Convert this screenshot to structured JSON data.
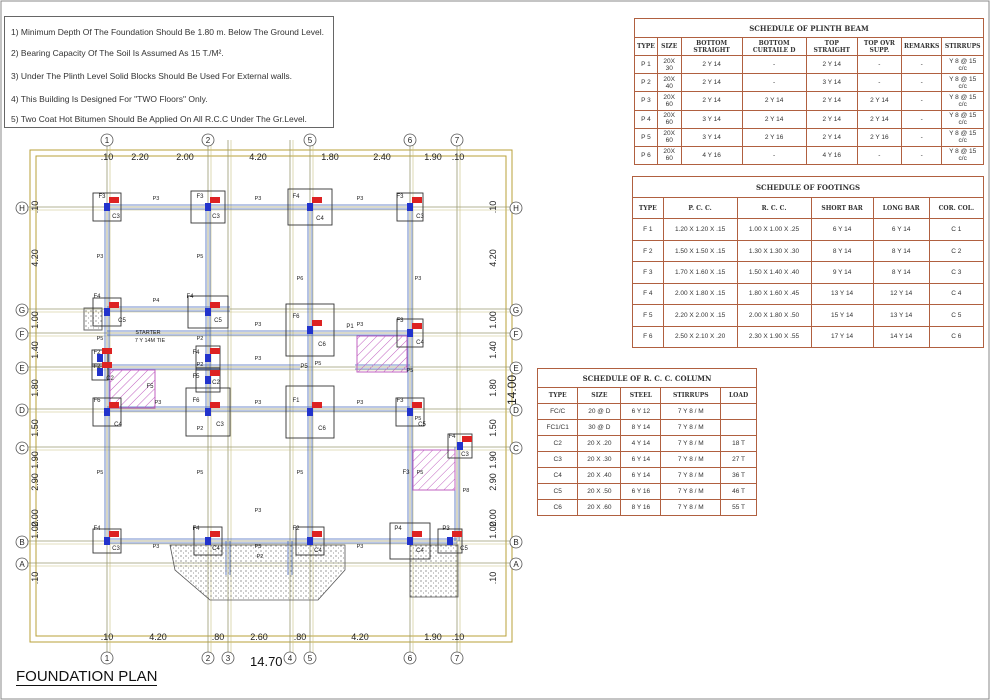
{
  "notes": [
    "1)  Minimum Depth Of The Foundation Should Be 1.80 m. Below The Ground Level.",
    "2)  Bearing Capacity Of The Soil Is Assumed As 15 T./M².",
    "3)  Under The Plinth Level Solid Blocks Should Be Used For External walls.",
    "4)  This Building Is Designed For \"TWO Floors\" Only.",
    "5)  Two Coat Hot Bitumen Should Be Applied On All R.C.C Under The Gr.Level."
  ],
  "plinth_beam": {
    "title": "SCHEDULE OF PLINTH BEAM",
    "headers": [
      "TYPE",
      "SIZE",
      "BOTTOM STRAIGHT",
      "BOTTOM CURTAILE D",
      "TOP STRAIGHT",
      "TOP OVR SUPP.",
      "REMARKS",
      "STIRRUPS"
    ],
    "rows": [
      [
        "P 1",
        "20X 30",
        "2 Y 14",
        "-",
        "2 Y 14",
        "-",
        "-",
        "Y 8 @ 15 c/c"
      ],
      [
        "P 2",
        "20X 40",
        "2 Y 14",
        "-",
        "3 Y 14",
        "-",
        "-",
        "Y 8 @ 15 c/c"
      ],
      [
        "P 3",
        "20X 60",
        "2 Y 14",
        "2 Y 14",
        "2 Y 14",
        "2 Y 14",
        "-",
        "Y 8 @ 15 c/c"
      ],
      [
        "P 4",
        "20X 60",
        "3 Y 14",
        "2 Y 14",
        "2 Y 14",
        "2 Y 14",
        "-",
        "Y 8 @ 15 c/c"
      ],
      [
        "P 5",
        "20X 60",
        "3 Y 14",
        "2 Y 16",
        "2 Y 14",
        "2 Y 16",
        "-",
        "Y 8 @ 15 c/c"
      ],
      [
        "P 6",
        "20X 60",
        "4 Y 16",
        "-",
        "4 Y 16",
        "-",
        "-",
        "Y 8 @ 15 c/c"
      ]
    ]
  },
  "footings": {
    "title": "SCHEDULE OF FOOTINGS",
    "headers": [
      "TYPE",
      "P. C. C.",
      "R. C. C.",
      "SHORT BAR",
      "LONG BAR",
      "COR. COL."
    ],
    "rows": [
      [
        "F 1",
        "1.20 X 1.20 X .15",
        "1.00 X 1.00 X .25",
        "6 Y 14",
        "6 Y 14",
        "C 1"
      ],
      [
        "F 2",
        "1.50 X 1.50 X .15",
        "1.30 X 1.30 X .30",
        "8 Y 14",
        "8 Y 14",
        "C 2"
      ],
      [
        "F 3",
        "1.70 X 1.60 X .15",
        "1.50 X 1.40 X .40",
        "9 Y 14",
        "8 Y 14",
        "C 3"
      ],
      [
        "F 4",
        "2.00 X 1.80 X .15",
        "1.80 X 1.60 X .45",
        "13 Y 14",
        "12  Y 14",
        "C 4"
      ],
      [
        "F 5",
        "2.20 X 2.00 X .15",
        "2.00 X 1.80 X .50",
        "15 Y 14",
        "13  Y 14",
        "C 5"
      ],
      [
        "F 6",
        "2.50 X 2.10 X .20",
        "2.30 X 1.90 X .55",
        "17  Y 14",
        "14  Y 14",
        "C 6"
      ]
    ]
  },
  "columns": {
    "title": "SCHEDULE OF R. C. C. COLUMN",
    "headers": [
      "TYPE",
      "SIZE",
      "STEEL",
      "STIRRUPS",
      "LOAD"
    ],
    "rows": [
      [
        "FC/C",
        "20 @ D",
        "6 Y 12",
        "7 Y 8 / M",
        ""
      ],
      [
        "FC1/C1",
        "30 @ D",
        "8 Y 14",
        "7 Y 8 / M",
        ""
      ],
      [
        "C2",
        "20 X .20",
        "4 Y 14",
        "7 Y 8 / M",
        "18 T"
      ],
      [
        "C3",
        "20 X .30",
        "6 Y 14",
        "7 Y 8 / M",
        "27 T"
      ],
      [
        "C4",
        "20 X .40",
        "6 Y 14",
        "7 Y 8 / M",
        "36 T"
      ],
      [
        "C5",
        "20 X .50",
        "6 Y 16",
        "7 Y 8 / M",
        "46 T"
      ],
      [
        "C6",
        "20 X .60",
        "8 Y 16",
        "7 Y 8 / M",
        "55 T"
      ]
    ]
  },
  "plan": {
    "title": "FOUNDATION PLAN",
    "total_width": "14.70",
    "total_height": "14.00",
    "grid_numbers_top": [
      "1",
      "2",
      "5",
      "6",
      "7"
    ],
    "grid_numbers_bottom": [
      "1",
      "2",
      "3",
      "4",
      "5",
      "6",
      "7"
    ],
    "grid_letters": [
      "H",
      "G",
      "F",
      "E",
      "D",
      "C",
      "B",
      "A"
    ],
    "top_dims": [
      ".10",
      "2.20",
      "2.00",
      "4.20",
      "1.80",
      "2.40",
      "1.90",
      ".10"
    ],
    "bottom_dims": [
      ".10",
      "4.20",
      ".80",
      "2.60",
      ".80",
      "4.20",
      "1.90",
      ".10"
    ],
    "side_dims": [
      ".10",
      "4.20",
      "1.00",
      "1.40",
      "1.80",
      "1.50",
      "1.90",
      "2.90",
      "2.00",
      "1.00",
      ".10"
    ],
    "stair_label": "STARTER\n7 Y 14M TIE",
    "footing_tags": [
      "F3",
      "F3",
      "F4",
      "F3",
      "F4",
      "F4",
      "F6",
      "F3",
      "F2",
      "F2",
      "F4",
      "F5",
      "F6",
      "F6",
      "F1",
      "F3",
      "F4",
      "F4",
      "F4",
      "F2",
      "P4",
      "P3",
      "P1",
      "P5",
      "F5",
      "F3"
    ],
    "column_tags": [
      "C3",
      "C3",
      "C4",
      "C3",
      "C5",
      "C5",
      "C6",
      "C4",
      "C2",
      "C2",
      "C4",
      "C3",
      "C6",
      "C5",
      "C3",
      "C3",
      "C4",
      "C4",
      "C4",
      "C5"
    ],
    "beam_tags": [
      "P3",
      "P3",
      "P3",
      "P3",
      "P4",
      "P3",
      "P6",
      "P3",
      "P2",
      "P3",
      "P3",
      "P3",
      "P3",
      "P2",
      "P5",
      "P5",
      "P5",
      "P3",
      "P5",
      "P5",
      "P5",
      "P5",
      "P3",
      "P5",
      "P3",
      "P2",
      "P5",
      "P5",
      "P2",
      "P3",
      "P8"
    ]
  }
}
